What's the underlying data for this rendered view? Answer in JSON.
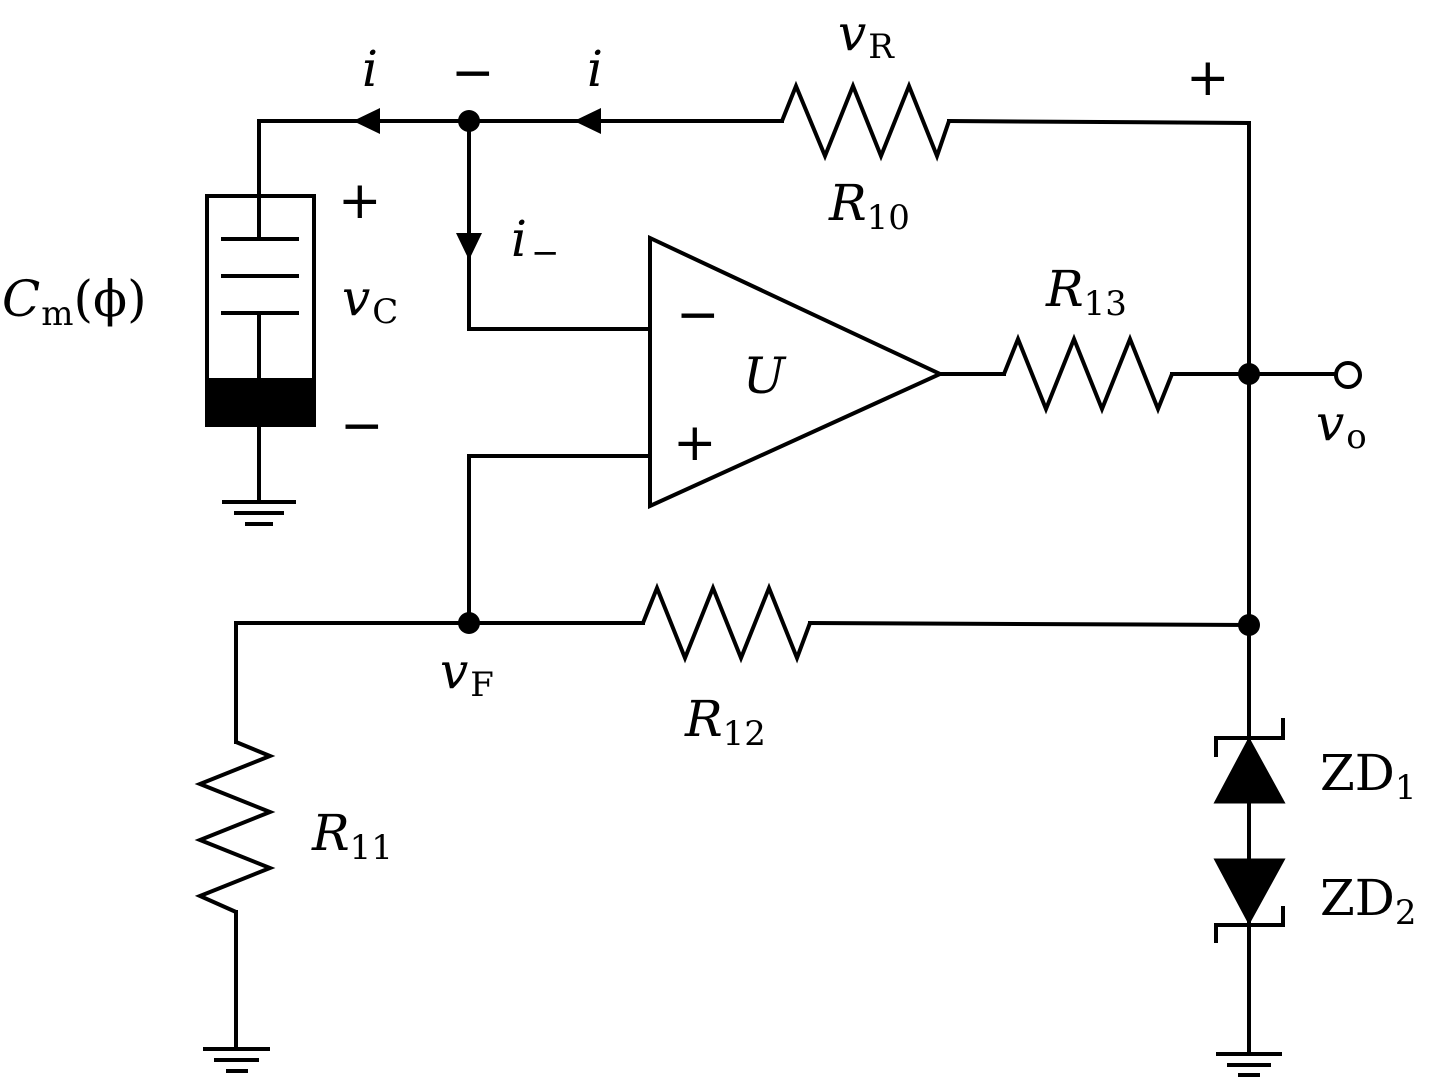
{
  "labels": {
    "current": "i",
    "current_minus_main": "i",
    "current_minus_sub": "−",
    "vR_main": "v",
    "vR_sub": "R",
    "vC_main": "v",
    "vC_sub": "C",
    "vF_main": "v",
    "vF_sub": "F",
    "vo_main": "v",
    "vo_sub": "o",
    "opamp": "U",
    "cap_main": "C",
    "cap_sub": "m",
    "cap_arg": "(ϕ)",
    "R10_main": "R",
    "R10_sub": "10",
    "R11_main": "R",
    "R11_sub": "11",
    "R12_main": "R",
    "R12_sub": "12",
    "R13_main": "R",
    "R13_sub": "13",
    "ZD1_main": "ZD",
    "ZD1_sub": "1",
    "ZD2_main": "ZD",
    "ZD2_sub": "2"
  },
  "signs": {
    "plus": "+",
    "minus": "−"
  }
}
